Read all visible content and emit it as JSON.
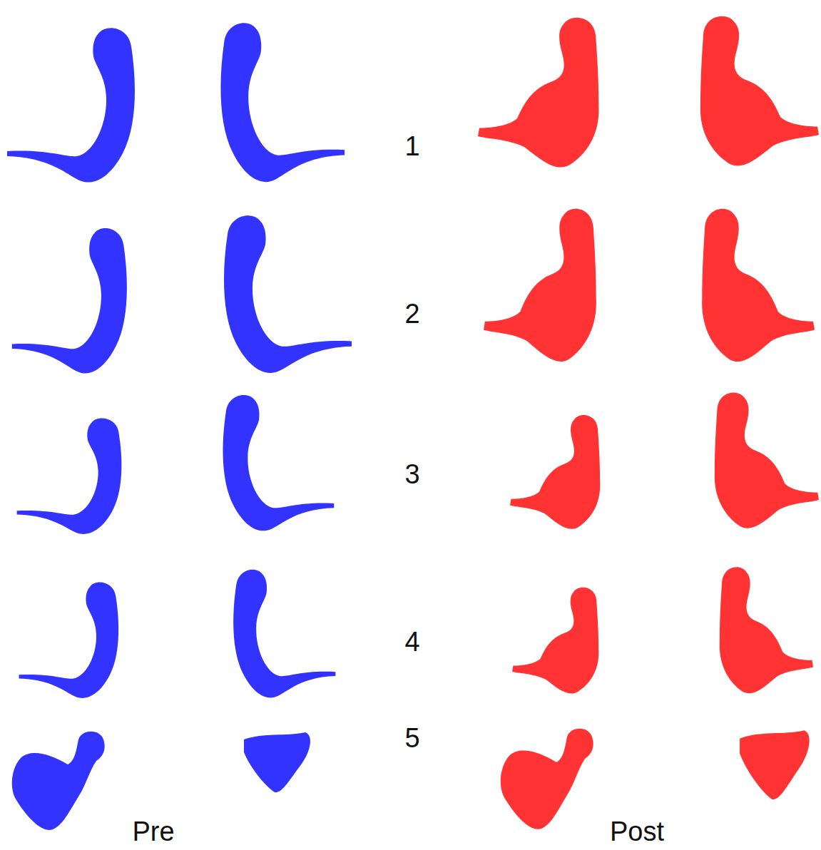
{
  "diagram": {
    "labels": [
      "1",
      "2",
      "3",
      "4",
      "5",
      "Pre",
      "Post"
    ]
  }
}
